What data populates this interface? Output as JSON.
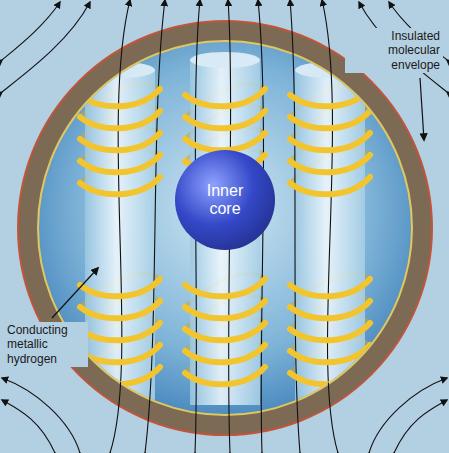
{
  "diagram": {
    "nodes": [
      {
        "text": [
          "Inner core"
        ]
      }
    ],
    "labels": [
      "Insulated molecular envelope",
      "Conducting metallic hydrogen"
    ]
  }
}
